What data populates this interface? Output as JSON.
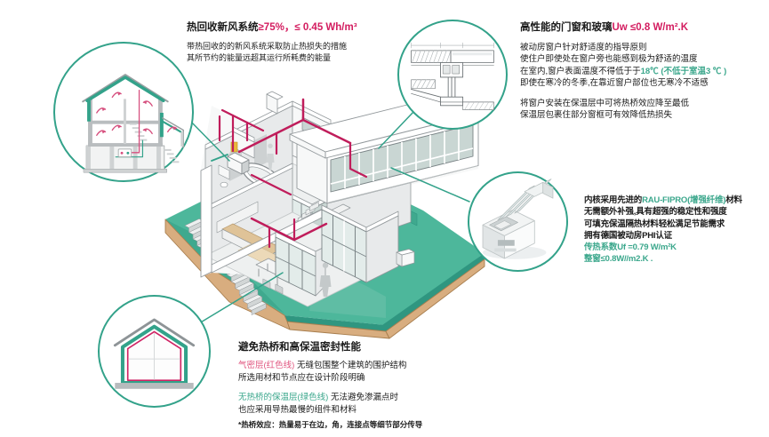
{
  "colors": {
    "accent_teal": "#33a28a",
    "accent_crimson": "#d31c5f",
    "accent_green_text": "#3ba78c",
    "accent_pink": "#e0557f",
    "text_black": "#1a1a1a",
    "terrain_teal": "#4db79b",
    "soil_tan": "#d8ad7f",
    "duct_red": "#c01d5b"
  },
  "insets": {
    "ventilation_section": {
      "label": "house cross-section with heat-recovery ventilation airflow"
    },
    "window_install_detail": {
      "label": "window installation CAD section"
    },
    "window_profile": {
      "label": "window frame profile cutaway"
    },
    "envelope_section": {
      "label": "building envelope insulation and airtight layers"
    }
  },
  "blocks": {
    "ventilation": {
      "title_black": "热回收新风系统",
      "title_red": "≥75%，≤ 0.45 Wh/m³",
      "body1": "带热回收的的新风系统采取防止热损失的措施",
      "body2": "其所节约的能量远超其运行所耗费的能量"
    },
    "windows": {
      "title_black": "高性能的门窗和玻璃",
      "title_red": "Uw ≤0.8 W/m².K",
      "line1": "被动房窗户针对舒适度的指导原则",
      "line2": "使住户即使处在窗户旁也能感到极为舒适的温度",
      "line3_black": "在室内,窗户表面温度不得低于于",
      "line3_green": "18℃ (不低于室温3 ℃ )",
      "line4": "即使在寒冷的冬季,在靠近窗户部位也无寒冷不适感",
      "line5": "将窗户安装在保温层中可将热桥效应降至最低",
      "line6": "保温层包裹住部分窗框可有效降低热损失"
    },
    "profile": {
      "line1_black": "内核采用先进的",
      "line1_green": "RAU-FIPRO(增强纤维)",
      "line1_black2": "材料",
      "line2": "无需额外补强,具有超强的稳定性和强度",
      "line3": "可填充保温隔热材料轻松满足节能需求",
      "line4": "拥有德国被动房PHI认证",
      "line5_green": "传热系数Uf =0.79 W/m²K",
      "line6_green": "整窗≤0.8W//m2.K ."
    },
    "thermal": {
      "title": "避免热桥和高保温密封性能",
      "p1_pink": "气密层(红色线)",
      "p1_black": " 无缝包围整个建筑的围护结构",
      "p1_line2": "所选用材和节点应在设计阶段明确",
      "p2_green": "无热桥的保温层(绿色线)",
      "p2_black": " 无法避免渗漏点时",
      "p2_line2": "也应采用导热最慢的组件和材料",
      "footnote": "*热桥效应：热量易于在边，角，连接点等细节部分传导"
    }
  }
}
